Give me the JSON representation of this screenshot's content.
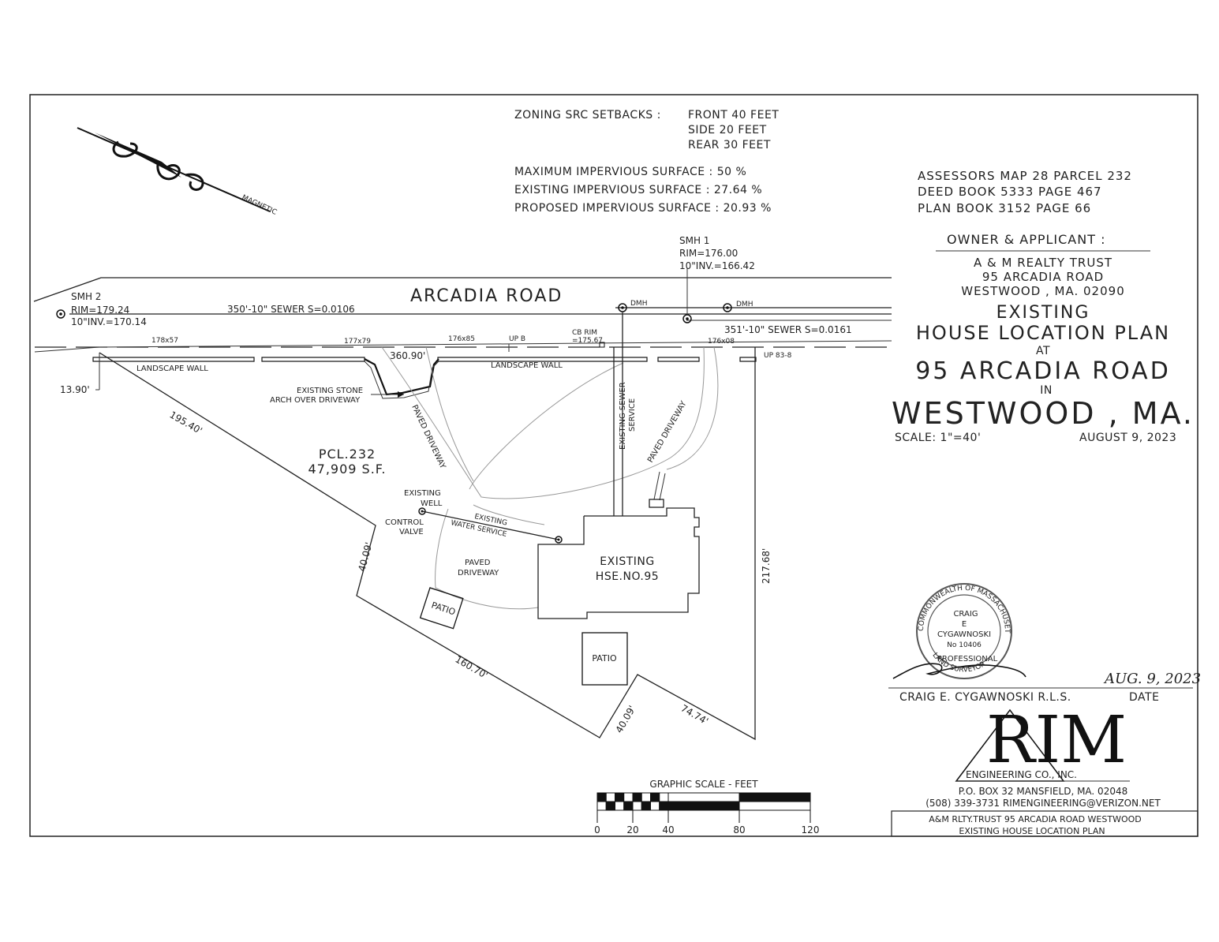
{
  "zoning": {
    "setbacks_label": "ZONING SRC SETBACKS :",
    "front": "FRONT 40 FEET",
    "side": "SIDE 20 FEET",
    "rear": "REAR 30 FEET",
    "max_impervious": "MAXIMUM IMPERVIOUS SURFACE : 50 %",
    "existing_impervious": "EXISTING IMPERVIOUS SURFACE : 27.64 %",
    "proposed_impervious": "PROPOSED IMPERVIOUS SURFACE : 20.93 %"
  },
  "north_arrow": {
    "label": "MAGNETIC"
  },
  "assessors": {
    "map": "ASSESSORS MAP 28 PARCEL 232",
    "deed": "DEED BOOK 5333 PAGE 467",
    "plan": "PLAN BOOK 3152 PAGE 66"
  },
  "owner": {
    "heading": "OWNER & APPLICANT :",
    "name": "A & M REALTY TRUST",
    "street": "95 ARCADIA ROAD",
    "city": "WESTWOOD , MA. 02090"
  },
  "title": {
    "line1": "EXISTING",
    "line2": "HOUSE LOCATION PLAN",
    "at": "AT",
    "address": "95 ARCADIA ROAD",
    "in": "IN",
    "town": "WESTWOOD , MA.",
    "scale": "SCALE: 1\"=40'",
    "date": "AUGUST 9, 2023"
  },
  "road": {
    "name": "ARCADIA ROAD",
    "sewer_west": "350'-10\" SEWER   S=0.0106",
    "sewer_east": "351'-10\" SEWER   S=0.0161"
  },
  "manholes": {
    "smh1": "SMH 1",
    "smh1_rim": "RIM=176.00",
    "smh1_inv": "10\"INV.=166.42",
    "smh2": "SMH 2",
    "smh2_rim": "RIM=179.24",
    "smh2_inv": "10\"INV.=170.14",
    "dmh_a": "DMH",
    "dmh_b": "DMH"
  },
  "utilities": {
    "pole_178x57": "178x57",
    "pole_177x79": "177x79",
    "pole_176x85": "176x85",
    "up_b": "UP B",
    "cb_rim": "CB RIM",
    "cb_rim_val": "=175.67",
    "pole_176x08": "176x08",
    "up_83_8": "UP 83-8"
  },
  "site": {
    "landscape_wall_1": "LANDSCAPE WALL",
    "landscape_wall_2": "LANDSCAPE WALL",
    "arch_line1": "EXISTING STONE",
    "arch_line2": "ARCH OVER DRIVEWAY",
    "paved_driveway_1": "PAVED DRIVEWAY",
    "paved_driveway_2": "PAVED DRIVEWAY",
    "paved_driveway_3_a": "PAVED",
    "paved_driveway_3_b": "DRIVEWAY",
    "sewer_service_a": "EXISTING SEWER",
    "sewer_service_b": "SERVICE",
    "parcel": "PCL.232",
    "area": "47,909 S.F.",
    "well_a": "EXISTING",
    "well_b": "WELL",
    "control_a": "CONTROL",
    "control_b": "VALVE",
    "water_a": "EXISTING",
    "water_b": "WATER SERVICE",
    "house_a": "EXISTING",
    "house_b": "HSE.NO.95",
    "patio_1": "PATIO",
    "patio_2": "PATIO"
  },
  "dimensions": {
    "d_13_90": "13.90'",
    "d_195_40": "195.40'",
    "d_360_90": "360.90'",
    "d_40_09_a": "40.09'",
    "d_160_70": "160.70'",
    "d_40_09_b": "40.09'",
    "d_74_74": "74.74'",
    "d_217_68": "217.68'"
  },
  "graphic_scale": {
    "title": "GRAPHIC SCALE - FEET",
    "ticks": [
      "0",
      "20",
      "40",
      "80",
      "120"
    ]
  },
  "seal": {
    "ring_text": "COMMONWEALTH OF MASSACHUSETTS",
    "name_1": "CRAIG",
    "name_2": "E",
    "name_3": "CYGAWNOSKI",
    "number": "No 10406",
    "prof": "PROFESSIONAL",
    "land": "LAND SURVEYOR"
  },
  "signature": {
    "surveyor": "CRAIG E. CYGAWNOSKI R.L.S.",
    "date_label": "DATE",
    "date_hand": "AUG. 9, 2023"
  },
  "company": {
    "logo": "RIM",
    "name": "ENGINEERING CO., INC.",
    "address": "P.O. BOX 32 MANSFIELD, MA. 02048",
    "contact": "(508) 339-3731 RIMENGINEERING@VERIZON.NET",
    "titleblock_1": "A&M RLTY.TRUST 95 ARCADIA ROAD WESTWOOD",
    "titleblock_2": "EXISTING HOUSE LOCATION PLAN"
  }
}
